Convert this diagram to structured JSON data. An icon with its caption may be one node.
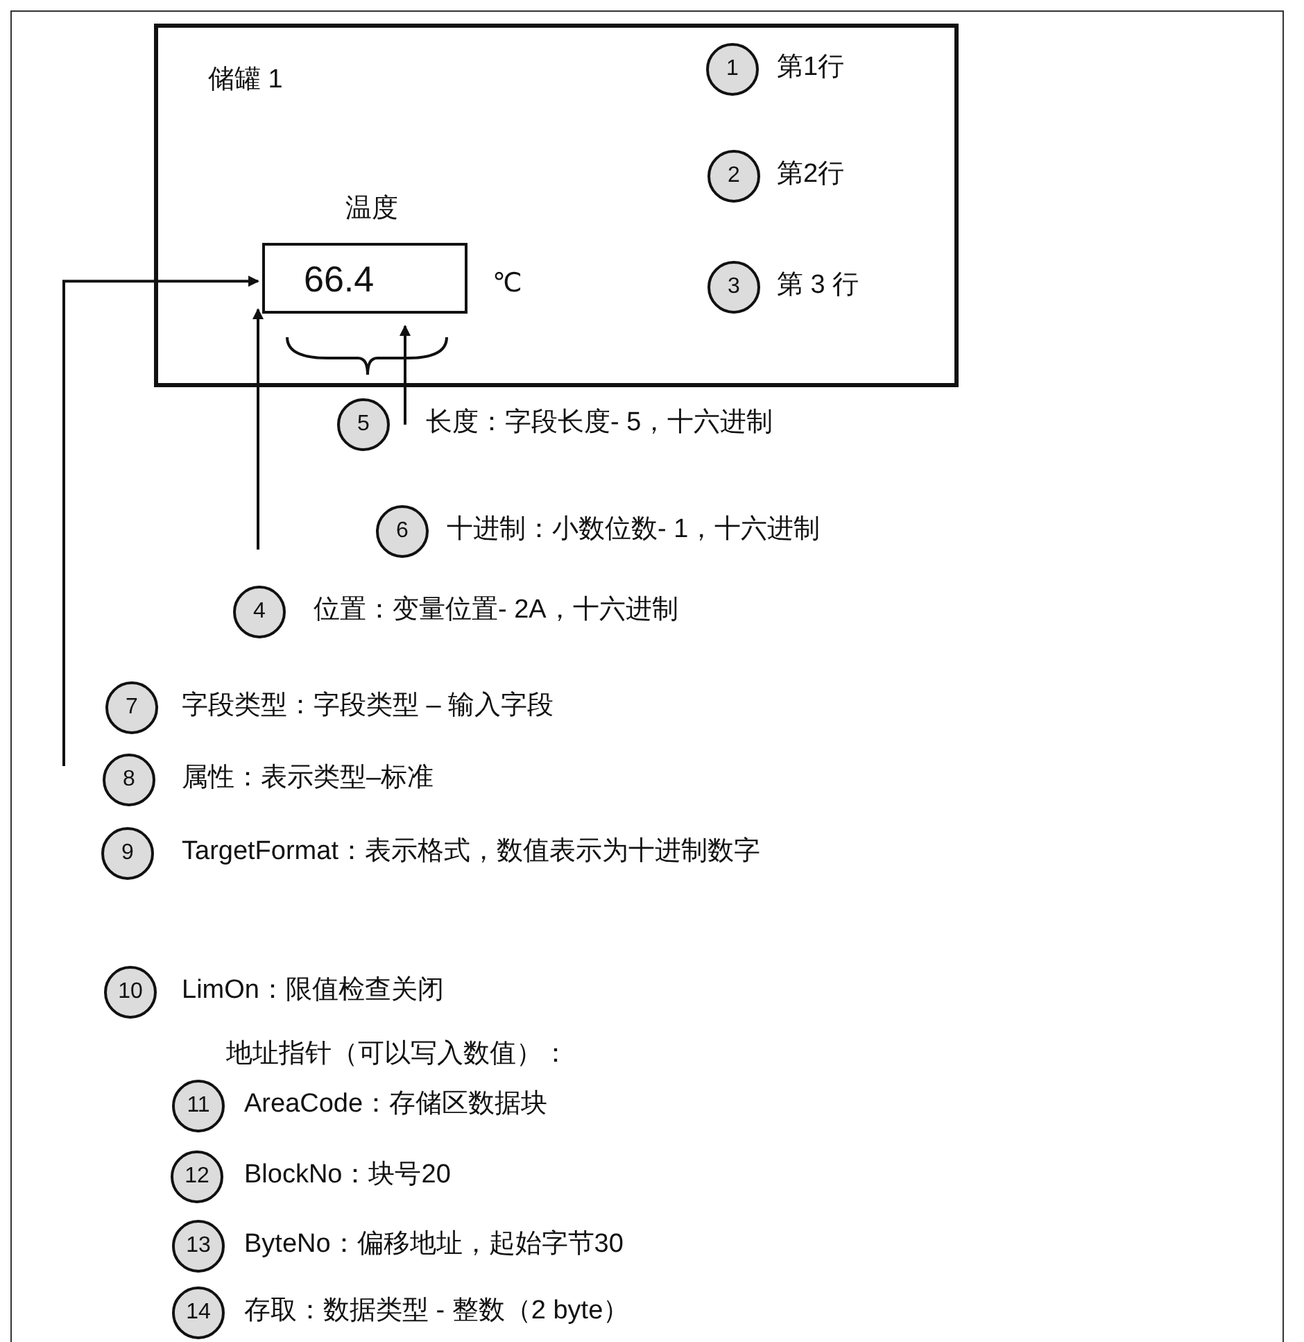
{
  "diagram": {
    "nodes": [
      {
        "text": [
          "储罐 1"
        ]
      },
      {
        "text": [
          "1"
        ],
        "beside": [
          "第1行"
        ],
        "in": 0
      },
      {
        "text": [
          "2"
        ],
        "beside": [
          "第2行"
        ],
        "in": 0
      },
      {
        "text": [
          "66.4"
        ],
        "beside": [
          "温度",
          "℃"
        ],
        "in": 0
      },
      {
        "text": [
          "3"
        ],
        "beside": [
          "第 3 行"
        ],
        "in": 0
      },
      {
        "text": [
          "5"
        ],
        "beside": [
          "长度：字段长度- 5，十六进制"
        ]
      },
      {
        "text": [
          "6"
        ],
        "beside": [
          "十进制：小数位数- 1，十六进制"
        ]
      },
      {
        "text": [
          "4"
        ],
        "beside": [
          "位置：变量位置- 2A，十六进制"
        ]
      },
      {
        "text": [
          "7"
        ],
        "beside": [
          "字段类型：字段类型 – 输入字段"
        ]
      },
      {
        "text": [
          "8"
        ],
        "beside": [
          "属性：表示类型–标准"
        ]
      },
      {
        "text": [
          "9"
        ],
        "beside": [
          "TargetFormat：表示格式，数值表示为十进制数字"
        ]
      },
      {
        "text": [
          "10"
        ],
        "beside": [
          "LimOn：限值检查关闭"
        ]
      },
      {
        "text": [
          "11"
        ],
        "beside": [
          "AreaCode：存储区数据块"
        ]
      },
      {
        "text": [
          "12"
        ],
        "beside": [
          "BlockNo：块号20"
        ]
      },
      {
        "text": [
          "13"
        ],
        "beside": [
          "ByteNo：偏移地址，起始字节30"
        ]
      },
      {
        "text": [
          "14"
        ],
        "beside": [
          "存取：数据类型 - 整数（2 byte）"
        ]
      }
    ],
    "edges": [
      {
        "from": null,
        "to": 3,
        "arrow": "to"
      },
      {
        "from": null,
        "to": 3,
        "arrow": "to"
      },
      {
        "from": 5,
        "to": 3,
        "arrow": "to"
      }
    ],
    "labels": [
      "地址指针（可以写入数值）："
    ]
  }
}
